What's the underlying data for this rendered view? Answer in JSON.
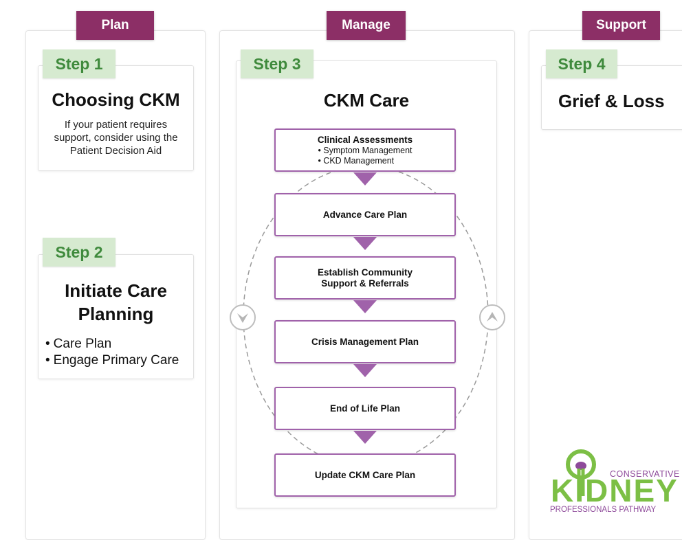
{
  "phases": {
    "plan": "Plan",
    "manage": "Manage",
    "support": "Support"
  },
  "step1": {
    "tab": "Step 1",
    "title": "Choosing CKM",
    "text_lines": [
      "If your patient requires",
      "support, consider using the",
      "Patient Decision Aid"
    ]
  },
  "step2": {
    "tab": "Step 2",
    "title_lines": [
      "Initiate Care",
      "Planning"
    ],
    "bullets": [
      "Care Plan",
      "Engage Primary Care"
    ]
  },
  "step3": {
    "tab": "Step 3",
    "title": "CKM Care",
    "flow": [
      {
        "label": "Clinical Assessments",
        "sub": [
          "• Symptom Management",
          "• CKD Management"
        ]
      },
      {
        "label_lines": [
          "Advance Care Plan"
        ]
      },
      {
        "label_lines": [
          "Establish Community",
          "Support & Referrals"
        ]
      },
      {
        "label_lines": [
          "Crisis Management Plan"
        ]
      },
      {
        "label_lines": [
          "End of Life Plan"
        ]
      },
      {
        "label_lines": [
          "Update CKM Care Plan"
        ]
      }
    ],
    "cycle_icons": [
      "chevron-down-circle-icon",
      "chevron-up-circle-icon"
    ]
  },
  "step4": {
    "tab": "Step 4",
    "title": "Grief & Loss"
  },
  "logo": {
    "top": "CONSERVATIVE",
    "main": "KIDNEY",
    "bottom": "PROFESSIONALS PATHWAY"
  },
  "colors": {
    "phase_tab": "#8c2f66",
    "step_tab_bg": "#d6ead0",
    "step_tab_text": "#3f8a3c",
    "flow_accent": "#a062aa",
    "logo_green": "#7cbf45",
    "logo_purple": "#8e4a9a"
  }
}
